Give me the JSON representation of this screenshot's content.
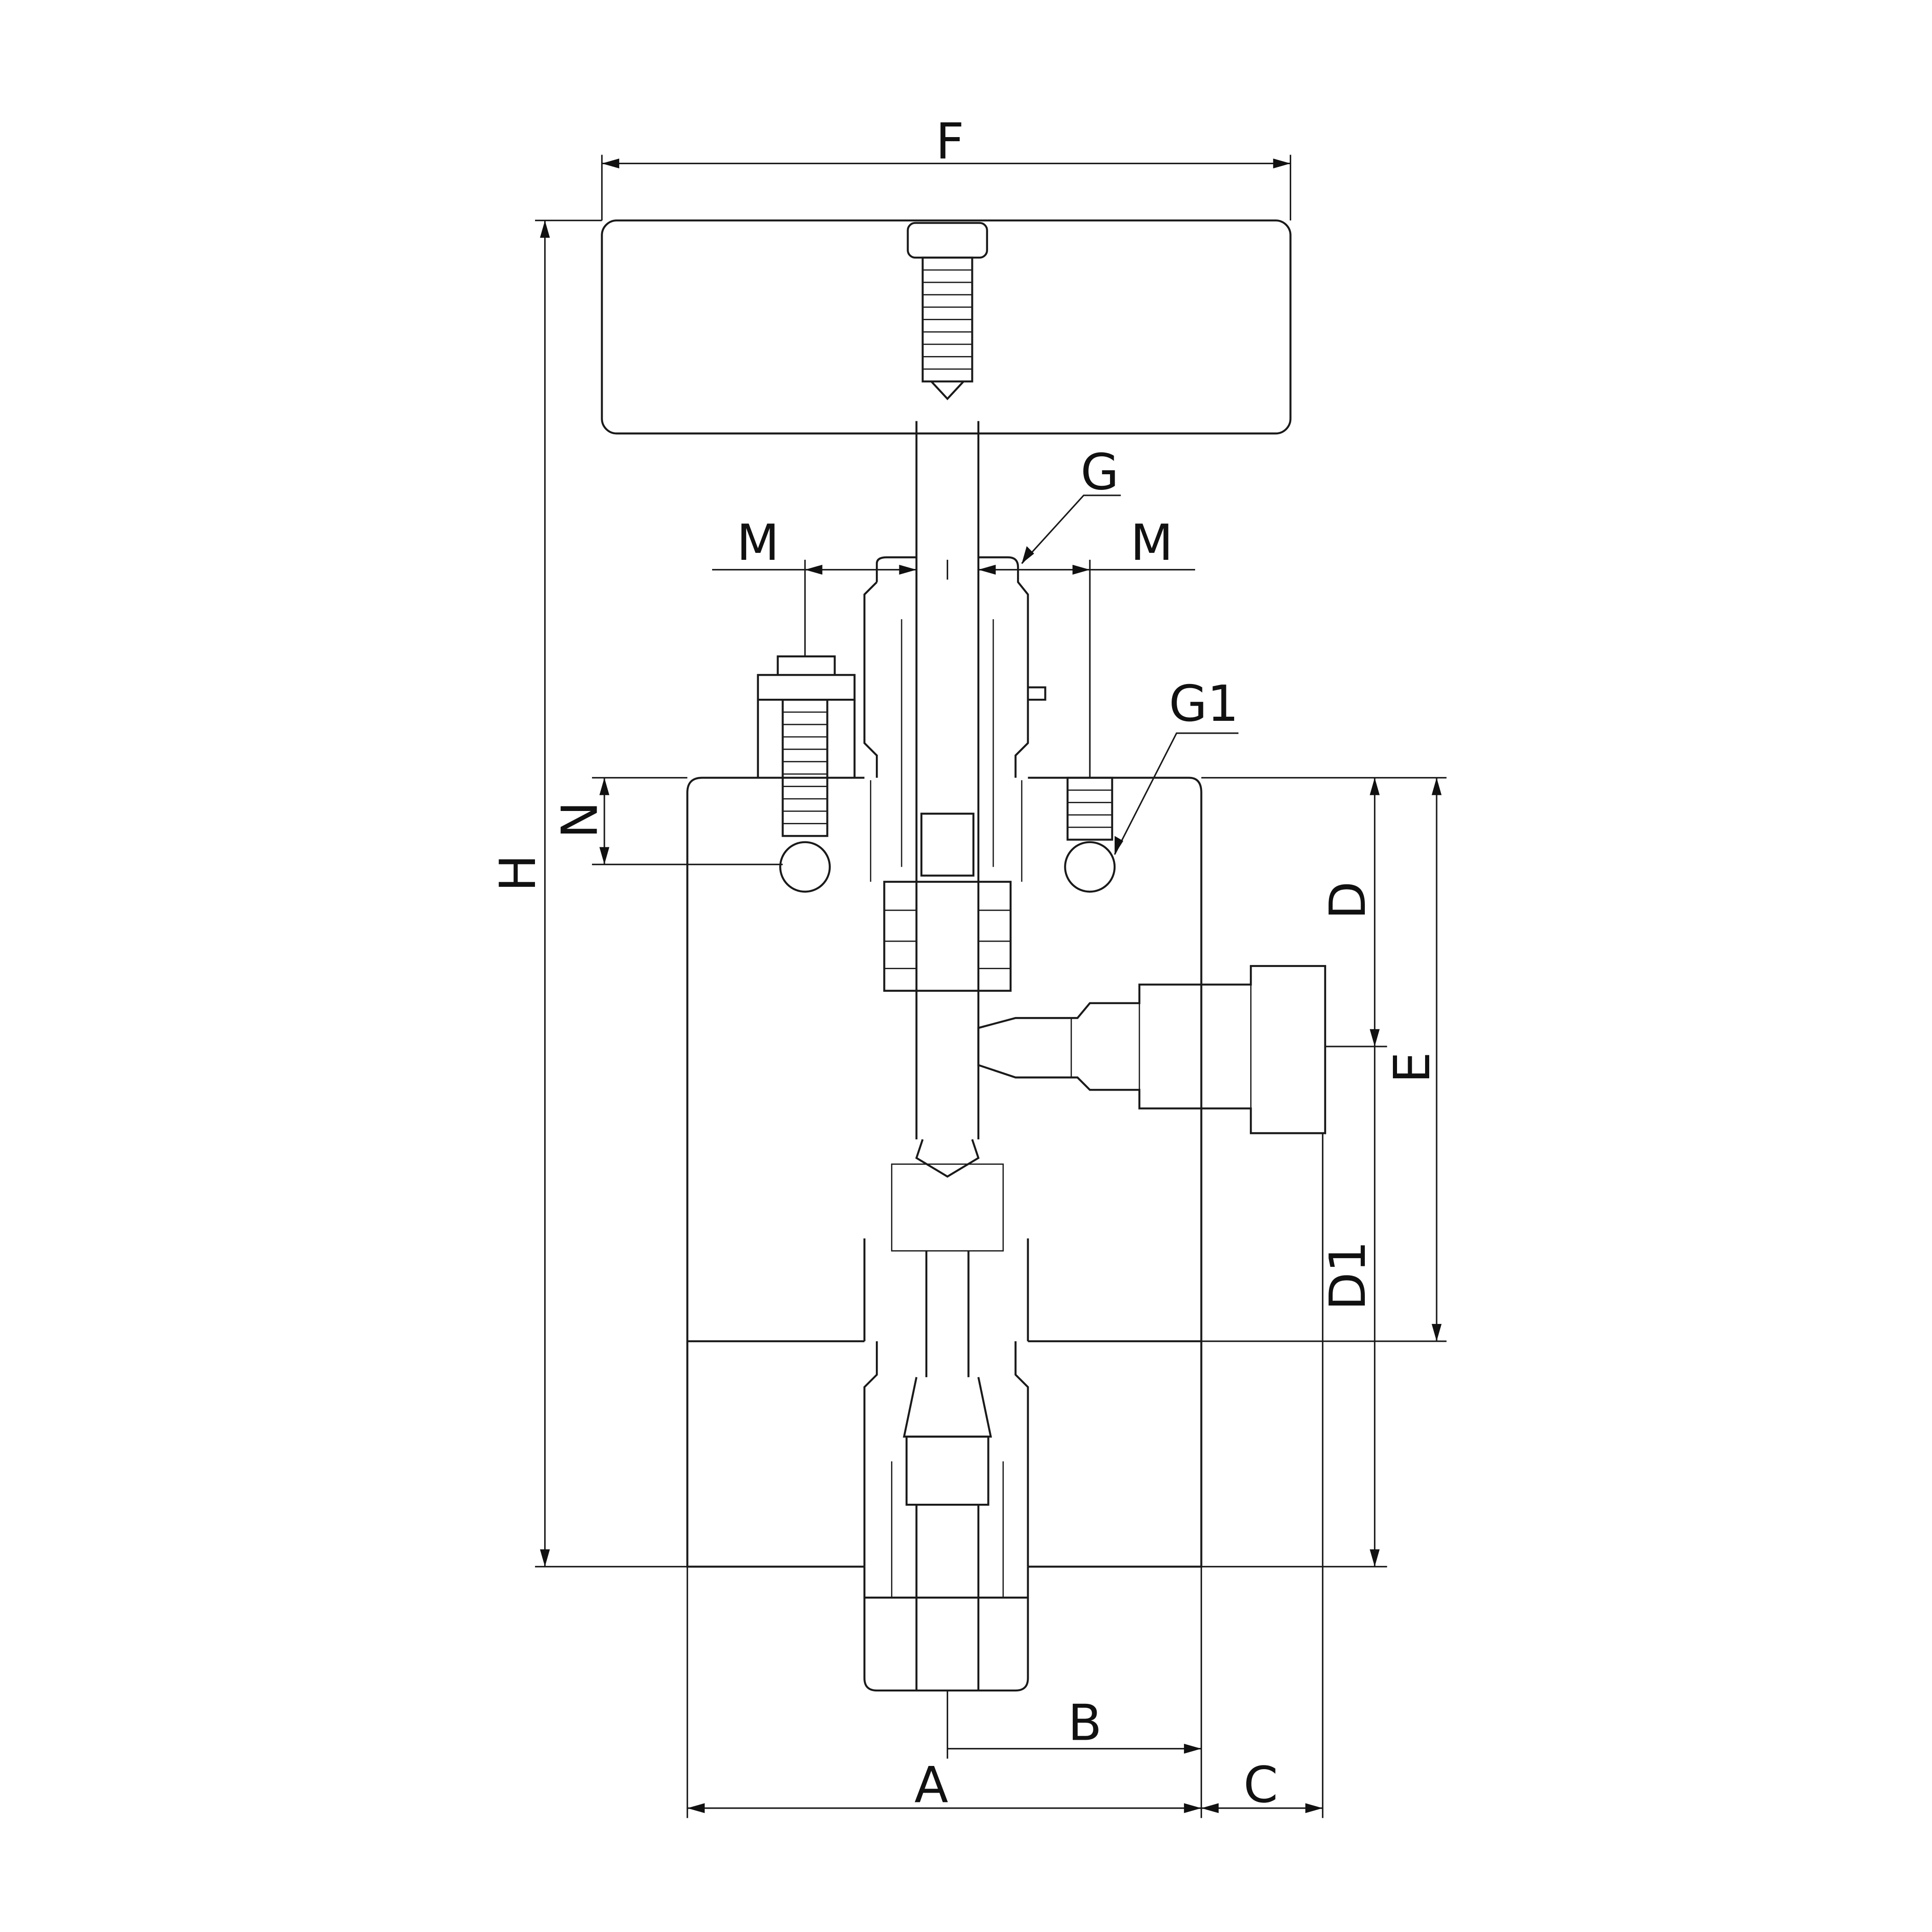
{
  "labels": {
    "F": "F",
    "G": "G",
    "M_left": "M",
    "M_right": "M",
    "G1": "G1",
    "H": "H",
    "N": "N",
    "D": "D",
    "E": "E",
    "D1": "D1",
    "A": "A",
    "B": "B",
    "C": "C"
  },
  "colors": {
    "line": "#1a1a1a",
    "background": "#ffffff"
  }
}
